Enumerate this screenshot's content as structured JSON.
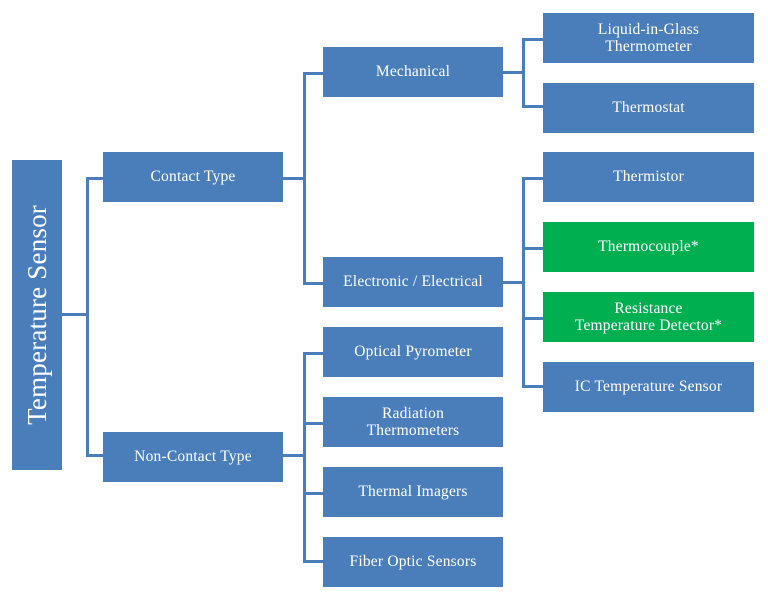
{
  "diagram": {
    "title": "Temperature Sensor",
    "type": "tree",
    "colors": {
      "primary_blue": "#4a7ebb",
      "highlight_green": "#00b050",
      "text": "#ffffff",
      "background": "#ffffff",
      "connector": "#4a7ebb"
    },
    "root": {
      "label": "Temperature Sensor"
    },
    "branches": [
      {
        "label": "Contact Type",
        "color": "blue",
        "children": [
          {
            "label": "Mechanical",
            "color": "blue",
            "children": [
              {
                "label": "Liquid-in-Glass Thermometer",
                "line1": "Liquid-in-Glass",
                "line2": "Thermometer",
                "color": "blue"
              },
              {
                "label": "Thermostat",
                "line1": "Thermostat",
                "line2": "",
                "color": "blue"
              }
            ]
          },
          {
            "label": "Electronic / Electrical",
            "color": "blue",
            "children": [
              {
                "label": "Thermistor",
                "line1": "Thermistor",
                "line2": "",
                "color": "blue"
              },
              {
                "label": "Thermocouple*",
                "line1": "Thermocouple*",
                "line2": "",
                "color": "green"
              },
              {
                "label": "Resistance Temperature Detector*",
                "line1": "Resistance",
                "line2": "Temperature Detector*",
                "color": "green"
              },
              {
                "label": "IC Temperature Sensor",
                "line1": "IC Temperature Sensor",
                "line2": "",
                "color": "blue"
              }
            ]
          }
        ]
      },
      {
        "label": "Non-Contact Type",
        "color": "blue",
        "children": [
          {
            "label": "Optical Pyrometer",
            "line1": "Optical Pyrometer",
            "line2": "",
            "color": "blue"
          },
          {
            "label": "Radiation Thermometers",
            "line1": "Radiation",
            "line2": "Thermometers",
            "color": "blue"
          },
          {
            "label": "Thermal Imagers",
            "line1": "Thermal Imagers",
            "line2": "",
            "color": "blue"
          },
          {
            "label": "Fiber Optic Sensors",
            "line1": "Fiber Optic Sensors",
            "line2": "",
            "color": "blue"
          }
        ]
      }
    ],
    "footnote_marker": "*"
  }
}
